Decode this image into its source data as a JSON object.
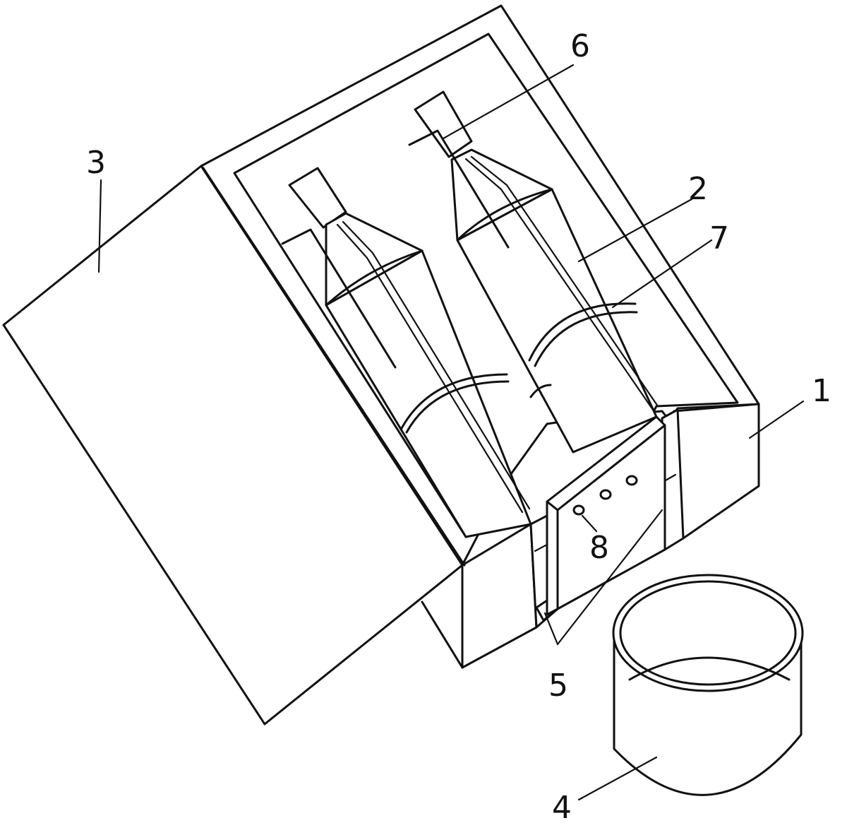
{
  "labels": {
    "box": "1",
    "bottle": "2",
    "lid": "3",
    "cup": "4",
    "slot": "5",
    "rod": "6",
    "strap": "7",
    "hole": "8"
  },
  "colors": {
    "line": "#111111",
    "background": "#ffffff"
  }
}
